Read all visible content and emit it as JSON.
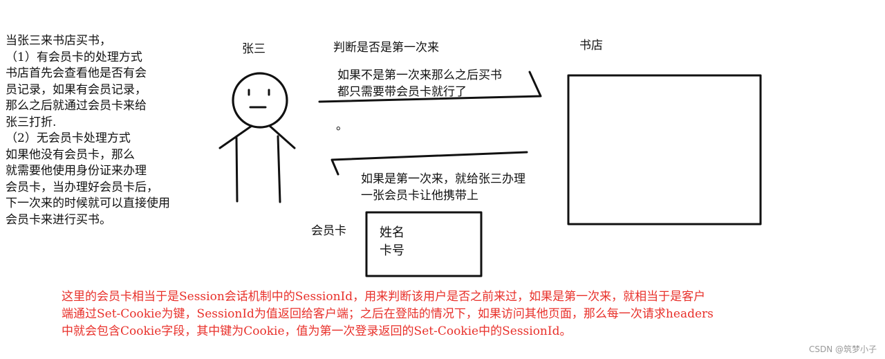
{
  "left_notes": [
    "当张三来书店买书，",
    "（1）有会员卡的处理方式",
    "书店首先会查看他是否有会",
    "员记录，如果有会员记录，",
    "那么之后就通过会员卡来给",
    "张三打折.",
    "（2）无会员卡处理方式",
    "如果他没有会员卡，那么",
    "就需要他使用身份证来办理",
    "会员卡，当办理好会员卡后，",
    "下一次来的时候就可以直接使用",
    "会员卡来进行买书。"
  ],
  "labels": {
    "person": "张三",
    "question": "判断是否是第一次来",
    "shop": "书店",
    "card": "会员卡"
  },
  "arrow_top_text": [
    "如果不是第一次来那么之后买书",
    "都只需要带会员卡就行了"
  ],
  "dot_text": "。",
  "arrow_bottom_text": [
    "如果是第一次来，就给张三办理",
    "一张会员卡让他携带上"
  ],
  "card_fields": {
    "name": "姓名",
    "number": "卡号"
  },
  "explanation": [
    "这里的会员卡相当于是Session会话机制中的SessionId，用来判断该用户是否之前来过，如果是第一次来，就相当于是客户",
    "端通过Set-Cookie为键，SessionId为值返回给客户端；之后在登陆的情况下，如果访问其他页面，那么每一次请求headers",
    "中就会包含Cookie字段，其中键为Cookie，值为第一次登录返回的Set-Cookie中的SessionId。"
  ],
  "watermark": "CSDN @筑梦小子",
  "colors": {
    "ink": "#111111",
    "note_red": "#e8302a"
  }
}
